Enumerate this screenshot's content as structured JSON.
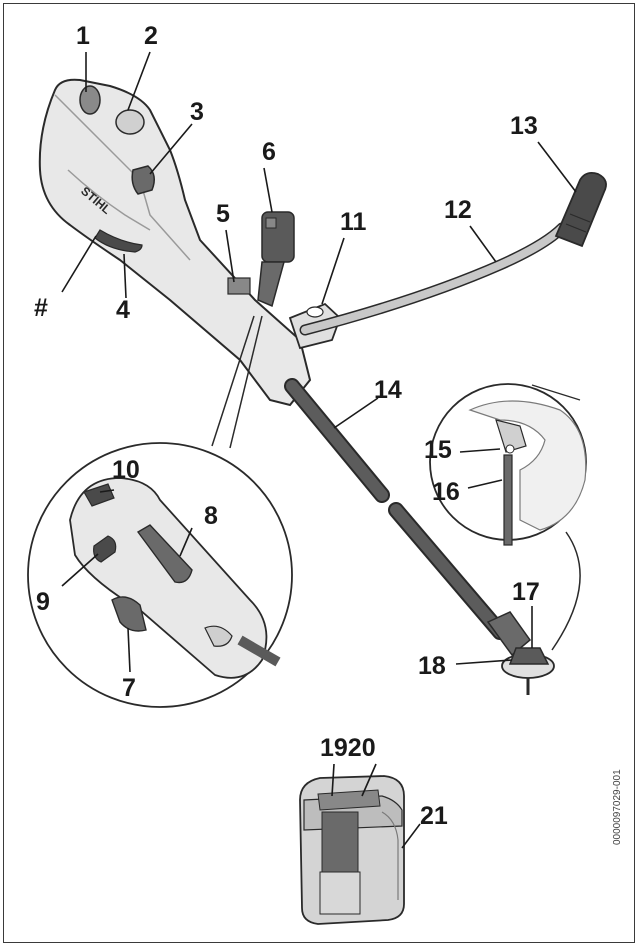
{
  "brand_marking": "STIHL",
  "document_id": "0000097029-001",
  "callouts": [
    {
      "id": "c1",
      "text": "1"
    },
    {
      "id": "c2",
      "text": "2"
    },
    {
      "id": "c3",
      "text": "3"
    },
    {
      "id": "c4",
      "text": "4"
    },
    {
      "id": "c5",
      "text": "5"
    },
    {
      "id": "c6",
      "text": "6"
    },
    {
      "id": "c7",
      "text": "7"
    },
    {
      "id": "c8",
      "text": "8"
    },
    {
      "id": "c9",
      "text": "9"
    },
    {
      "id": "c10",
      "text": "10"
    },
    {
      "id": "c11",
      "text": "11"
    },
    {
      "id": "c12",
      "text": "12"
    },
    {
      "id": "c13",
      "text": "13"
    },
    {
      "id": "c14",
      "text": "14"
    },
    {
      "id": "c15",
      "text": "15"
    },
    {
      "id": "c16",
      "text": "16"
    },
    {
      "id": "c17",
      "text": "17"
    },
    {
      "id": "c18",
      "text": "18"
    },
    {
      "id": "c1920",
      "text": "1920"
    },
    {
      "id": "c21",
      "text": "21"
    },
    {
      "id": "chash",
      "text": "#"
    }
  ],
  "colors": {
    "outline": "#2a2a2a",
    "body_light": "#e6e6e6",
    "body_mid": "#c8c8c8",
    "body_dark": "#6a6a6a",
    "shaft": "#5a5a5a"
  }
}
